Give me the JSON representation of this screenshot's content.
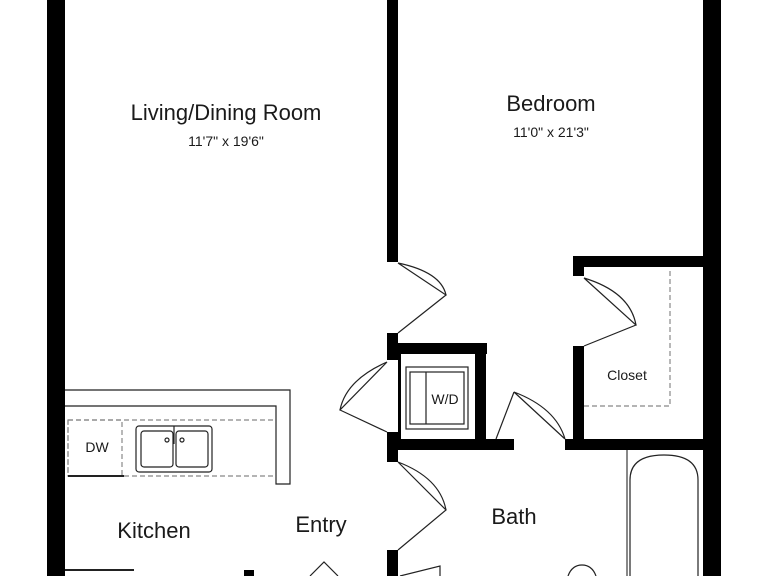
{
  "rooms": {
    "living": {
      "name": "Living/Dining Room",
      "dims": "11'7\" x 19'6\""
    },
    "bedroom": {
      "name": "Bedroom",
      "dims": "11'0\" x 21'3\""
    },
    "closet": {
      "name": "Closet"
    },
    "wd": {
      "name": "W/D"
    },
    "dw": {
      "name": "DW"
    },
    "kitchen": {
      "name": "Kitchen"
    },
    "entry": {
      "name": "Entry"
    },
    "bath": {
      "name": "Bath"
    }
  },
  "colors": {
    "wall": "#000000",
    "line": "#222222",
    "dashed": "#888888",
    "background": "#ffffff"
  }
}
